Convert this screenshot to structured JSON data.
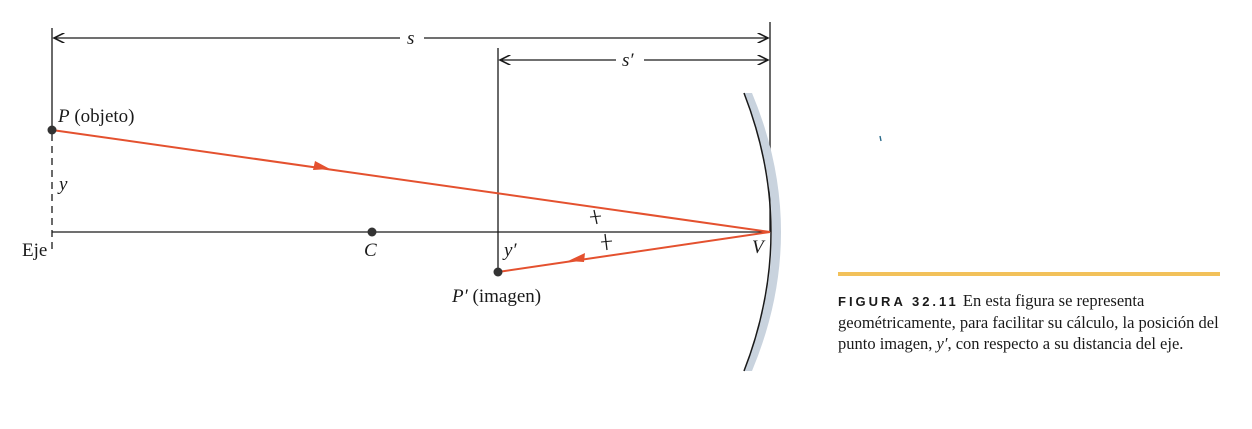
{
  "diagram": {
    "labels": {
      "s": "s",
      "s_prime": "s′",
      "P": "P",
      "P_text": " (objeto)",
      "y": "y",
      "axis": "Eje",
      "C": "C",
      "y_prime": "y′",
      "P_prime": "P′",
      "P_prime_text": " (imagen)",
      "V": "V"
    },
    "colors": {
      "ray": "#e4512f",
      "mirror": "#1a1a1a",
      "mirror_shadow": "#c9d3de",
      "line": "#1a1a1a",
      "caption_bar": "#f2c15a"
    }
  },
  "caption": {
    "figure_label": "FIGURA 32.11",
    "text_before": " En esta figura se representa geométricamente, para facilitar su cálculo, la posición del punto imagen, ",
    "var": "y′",
    "text_after": ", con respecto a su distancia del eje."
  }
}
